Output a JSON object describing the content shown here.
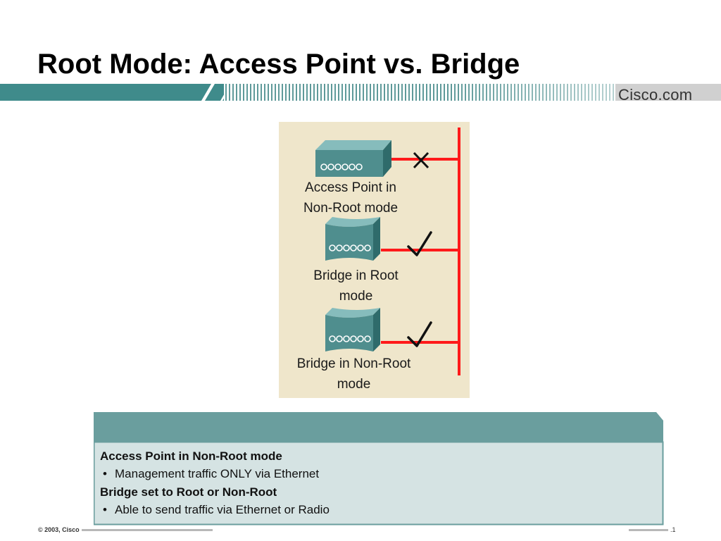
{
  "slide": {
    "title": "Root Mode: Access Point vs. Bridge",
    "brand": "Cisco.com"
  },
  "diagram": {
    "devices": [
      {
        "label_lines": [
          "Access Point in",
          "Non-Root mode"
        ],
        "status": "cross-icon"
      },
      {
        "label_lines": [
          "Bridge in Root",
          "mode"
        ],
        "status": "check-icon"
      },
      {
        "label_lines": [
          "Bridge in Non-Root",
          "mode"
        ],
        "status": "check-icon"
      }
    ],
    "colors": {
      "background": "#efe6cb",
      "ethernet": "#ff1a1a",
      "device": "#4f8e8e"
    }
  },
  "info": {
    "sections": [
      {
        "heading": "Access Point in Non-Root mode",
        "bullet": "Management traffic ONLY via Ethernet"
      },
      {
        "heading": "Bridge set to Root or Non-Root",
        "bullet": "Able to send traffic via Ethernet or Radio"
      }
    ],
    "colors": {
      "header": "#6a9e9e",
      "body": "#d5e3e3"
    }
  },
  "footer": {
    "copyright_start": "© 2003, Cisco",
    "page_end": ".1"
  }
}
